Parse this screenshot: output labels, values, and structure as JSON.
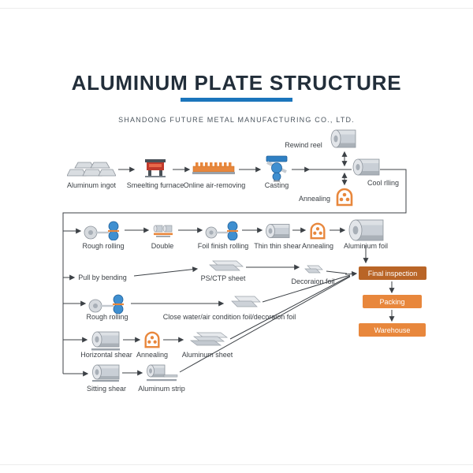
{
  "header": {
    "title": "ALUMINUM PLATE STRUCTURE",
    "subtitle": "SHANDONG FUTURE METAL MANUFACTURING CO., LTD."
  },
  "flow": {
    "row1": {
      "aluminum_ingot": "Aluminum ingot",
      "smeelting_furnace": "Smeelting furnace",
      "online_air_removing": "Online air-removing",
      "casting": "Casting",
      "rewind_reel": "Rewind reel",
      "annealing": "Annealing",
      "cool_rlling": "Cool rlling"
    },
    "row2": {
      "rough_rolling": "Rough rolling",
      "double": "Double",
      "foil_finish_rolling": "Foil finish rolling",
      "thin_thin_shear": "Thin thin shear",
      "annealing": "Annealing",
      "aluminium_foil": "Aluminium foil"
    },
    "row3": {
      "pull_by_bending": "Pull by bending",
      "ps_ctp_sheet": "PS/CTP sheet",
      "decoraion_foil": "Decoraion foil"
    },
    "row4": {
      "rough_rolling": "Rough rolling",
      "close_water": "Close water/air condition foil/decoraion foil"
    },
    "row5": {
      "horizontal_shear": "Horizontal shear",
      "annealing": "Annealing",
      "aluminum_sheet": "Aluminum sheet"
    },
    "row6": {
      "sitting_shear": "Sitting shear",
      "aluminum_strip": "Aluminum strip"
    },
    "outputs": {
      "final_inspection": "Final inspection",
      "packing": "Packing",
      "warehouse": "Warehouse"
    }
  },
  "icons": {
    "aluminum_ingot": "ingot-icon",
    "smeelting_furnace": "furnace-icon",
    "online_air_removing": "degassing-machine-icon",
    "casting": "casting-mill-icon",
    "rewind_reel": "coil-roll-icon",
    "annealing": "annealing-oven-icon",
    "cool_rlling": "coil-roll-icon",
    "rough_rolling": "rolling-mill-icon",
    "double": "double-roll-icon",
    "foil_finish_rolling": "rolling-mill-icon",
    "thin_thin_shear": "coil-roll-icon",
    "aluminium_foil": "coil-roll-icon",
    "ps_ctp_sheet": "sheet-stack-icon",
    "decoraion_foil": "sheet-stack-icon",
    "close_water": "sheet-stack-icon",
    "horizontal_shear": "shear-roll-icon",
    "aluminum_sheet": "sheet-stack-icon",
    "sitting_shear": "shear-roll-icon",
    "aluminum_strip": "strip-roll-icon"
  },
  "colors": {
    "title": "#222e3a",
    "accent_blue": "#1b75bc",
    "orange": "#e8873c",
    "final_inspection_bg": "#b96527",
    "line": "#3c4146"
  }
}
